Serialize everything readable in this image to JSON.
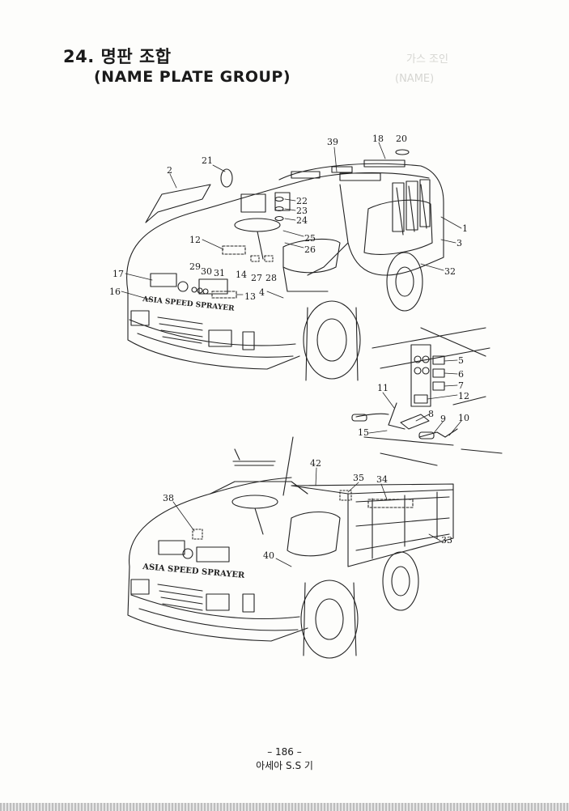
{
  "title": "24. 명판 조합",
  "subtitle": "(NAME PLATE GROUP)",
  "ghost_text": [
    "가스 조인",
    "(NAME)"
  ],
  "plate_text_top": "ASIA SPEED SPRAYER",
  "plate_text_bottom": "ASIA SPEED SPRAYER",
  "callouts": [
    "39",
    "18",
    "20",
    "21",
    "2",
    "22",
    "23",
    "24",
    "25",
    "26",
    "1",
    "3",
    "12",
    "17",
    "29",
    "30",
    "31",
    "14",
    "27",
    "28",
    "32",
    "16",
    "4",
    "13",
    "5",
    "6",
    "7",
    "12",
    "11",
    "8",
    "9",
    "10",
    "15",
    "42",
    "35",
    "34",
    "38",
    "33",
    "40"
  ],
  "page_number": "– 186 –",
  "footer": "아세아 S.S 기"
}
